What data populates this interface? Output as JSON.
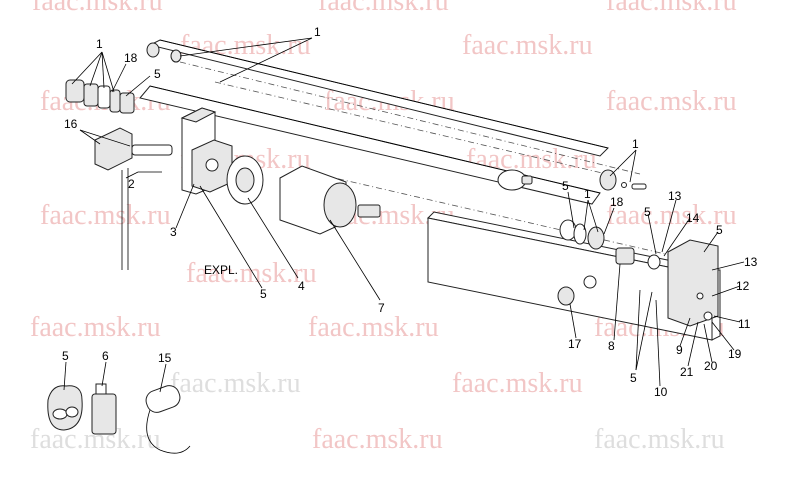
{
  "watermark": "faac.msk.ru",
  "callouts": {
    "c1a": "1",
    "c1b": "1",
    "c1c": "1",
    "c1d": "1",
    "c2": "2",
    "c3": "3",
    "c4": "4",
    "c5a": "5",
    "c5b": "5",
    "c5c": "5",
    "c5d": "5",
    "c5e": "5",
    "c5f": "5",
    "c5g": "5",
    "c6": "6",
    "c7": "7",
    "c8": "8",
    "c9": "9",
    "c10": "10",
    "c11": "11",
    "c12": "12",
    "c13a": "13",
    "c13b": "13",
    "c14": "14",
    "c15": "15",
    "c16": "16",
    "c17": "17",
    "c18a": "18",
    "c18b": "18",
    "c19": "19",
    "c20": "20",
    "c21": "21"
  },
  "expl_label": "EXPL."
}
